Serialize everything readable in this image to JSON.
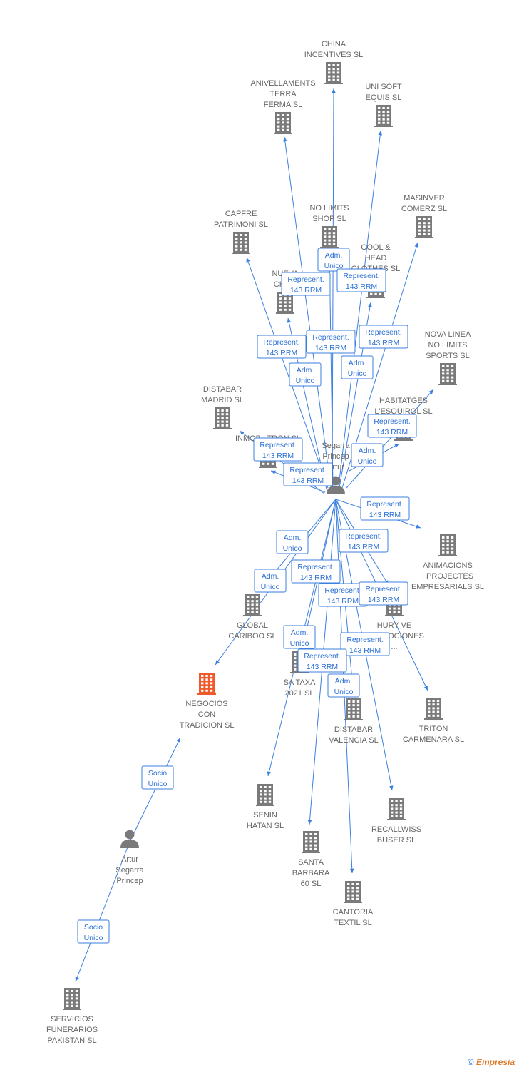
{
  "colors": {
    "edge": "#3b7fe0",
    "building": "#7a7a7a",
    "highlight": "#f05a2b",
    "person": "#7a7a7a",
    "label": "#666666"
  },
  "nodes": [
    {
      "id": "china",
      "type": "company",
      "lines": [
        "CHINA",
        "INCENTIVES SL"
      ]
    },
    {
      "id": "anivellaments",
      "type": "company",
      "lines": [
        "ANIVELLAMENTS",
        "TERRA",
        "FERMA SL"
      ]
    },
    {
      "id": "unisoft",
      "type": "company",
      "lines": [
        "UNI SOFT",
        "EQUIS SL"
      ]
    },
    {
      "id": "masinver",
      "type": "company",
      "lines": [
        "MASINVER",
        "COMERZ SL"
      ]
    },
    {
      "id": "capfre",
      "type": "company",
      "lines": [
        "CAPFRE",
        "PATRIMONI SL"
      ]
    },
    {
      "id": "nolimits",
      "type": "company",
      "lines": [
        "NO LIMITS",
        "SHOP SL"
      ]
    },
    {
      "id": "coolhead",
      "type": "company",
      "lines": [
        "COOL &",
        "HEAD",
        "CLOTHES SL"
      ]
    },
    {
      "id": "nueva",
      "type": "company",
      "lines": [
        "NUEVA",
        "CHA..."
      ]
    },
    {
      "id": "novalinea",
      "type": "company",
      "lines": [
        "NOVA LINEA",
        "NO LIMITS",
        "SPORTS SL"
      ]
    },
    {
      "id": "distabarm",
      "type": "company",
      "lines": [
        "DISTABAR",
        "MADRID SL"
      ]
    },
    {
      "id": "habitatges",
      "type": "company",
      "lines": [
        "HABITATGES",
        "L'ESQUIROL SL"
      ]
    },
    {
      "id": "inmobiltron",
      "type": "company",
      "lines": [
        "INMOBILTRON SL"
      ]
    },
    {
      "id": "center",
      "type": "person",
      "lines": [
        "Segarra",
        "Princep",
        "Artur"
      ]
    },
    {
      "id": "animacions",
      "type": "company",
      "lines": [
        "ANIMACIONS",
        "I PROJECTES",
        "EMPRESARIALS SL"
      ]
    },
    {
      "id": "global",
      "type": "company",
      "lines": [
        "GLOBAL",
        "CARIBOO SL"
      ]
    },
    {
      "id": "hury",
      "type": "company",
      "lines": [
        "HURY VE",
        "PROMOCIONES",
        "..."
      ]
    },
    {
      "id": "sataxa",
      "type": "company",
      "lines": [
        "SA TAXA",
        "2021 SL"
      ]
    },
    {
      "id": "negocios",
      "type": "company",
      "highlight": true,
      "lines": [
        "NEGOCIOS",
        "CON",
        "TRADICION SL"
      ]
    },
    {
      "id": "distabarv",
      "type": "company",
      "lines": [
        "DISTABAR",
        "VALENCIA SL"
      ]
    },
    {
      "id": "triton",
      "type": "company",
      "lines": [
        "TRITON",
        "CARMENARA SL"
      ]
    },
    {
      "id": "senin",
      "type": "company",
      "lines": [
        "SENIN",
        "HATAN SL"
      ]
    },
    {
      "id": "recallwiss",
      "type": "company",
      "lines": [
        "RECALLWISS",
        "BUSER SL"
      ]
    },
    {
      "id": "santabarbara",
      "type": "company",
      "lines": [
        "SANTA",
        "BARBARA",
        "60  SL"
      ]
    },
    {
      "id": "cantoria",
      "type": "company",
      "lines": [
        "CANTORIA",
        "TEXTIL SL"
      ]
    },
    {
      "id": "artur2",
      "type": "person",
      "lines": [
        "Artur",
        "Segarra",
        "Princep"
      ]
    },
    {
      "id": "servicios",
      "type": "company",
      "lines": [
        "SERVICIOS",
        "FUNERARIOS",
        "PAKISTAN SL"
      ]
    }
  ],
  "edges": [
    {
      "from": "center",
      "to": "china",
      "lines": [
        "Adm.",
        "Unico"
      ]
    },
    {
      "from": "center",
      "to": "anivellaments",
      "lines": [
        "Represent.",
        "143 RRM"
      ]
    },
    {
      "from": "center",
      "to": "unisoft",
      "lines": [
        "Represent.",
        "143 RRM"
      ]
    },
    {
      "from": "center",
      "to": "masinver",
      "lines": [
        "Represent.",
        "143 RRM"
      ]
    },
    {
      "from": "center",
      "to": "capfre",
      "lines": [
        "Represent.",
        "143 RRM"
      ]
    },
    {
      "from": "center",
      "to": "nolimits",
      "lines": [
        "Represent.",
        "143 RRM"
      ]
    },
    {
      "from": "center",
      "to": "coolhead",
      "lines": [
        "Adm.",
        "Unico"
      ]
    },
    {
      "from": "center",
      "to": "nueva",
      "lines": [
        "Adm.",
        "Unico"
      ]
    },
    {
      "from": "center",
      "to": "novalinea",
      "lines": [
        "Represent.",
        "143 RRM"
      ]
    },
    {
      "from": "center",
      "to": "habitatges",
      "lines": [
        "Adm.",
        "Unico"
      ]
    },
    {
      "from": "center",
      "to": "inmobiltron",
      "lines": [
        "Represent.",
        "143 RRM"
      ]
    },
    {
      "from": "center",
      "to": "distabarm",
      "lines": [
        "Represent.",
        "143 RRM"
      ]
    },
    {
      "from": "center",
      "to": "animacions",
      "lines": [
        "Represent.",
        "143 RRM"
      ]
    },
    {
      "from": "center",
      "to": "global",
      "lines": [
        "Adm.",
        "Unico"
      ]
    },
    {
      "from": "center",
      "to": "hury",
      "lines": [
        "Represent.",
        "143 RRM"
      ]
    },
    {
      "from": "center",
      "to": "sataxa",
      "lines": [
        "Represent.",
        "143 RRM"
      ]
    },
    {
      "from": "center",
      "to": "negocios",
      "lines": [
        "Adm.",
        "Unico"
      ]
    },
    {
      "from": "center",
      "to": "distabarv",
      "lines": [
        "Represent.",
        "143 RRM"
      ]
    },
    {
      "from": "center",
      "to": "triton",
      "lines": [
        "Represent.",
        "143 RRM"
      ]
    },
    {
      "from": "center",
      "to": "senin",
      "lines": [
        "Adm.",
        "Unico"
      ]
    },
    {
      "from": "center",
      "to": "recallwiss",
      "lines": [
        "Represent.",
        "143 RRM"
      ]
    },
    {
      "from": "center",
      "to": "santabarbara",
      "lines": [
        "Represent.",
        "143 RRM"
      ]
    },
    {
      "from": "center",
      "to": "cantoria",
      "lines": [
        "Adm.",
        "Unico"
      ]
    },
    {
      "from": "artur2",
      "to": "negocios",
      "lines": [
        "Socio",
        "Único"
      ]
    },
    {
      "from": "artur2",
      "to": "servicios",
      "lines": [
        "Socio",
        "Único"
      ]
    }
  ],
  "brand": {
    "copyright": "©",
    "name": "Empresia"
  }
}
